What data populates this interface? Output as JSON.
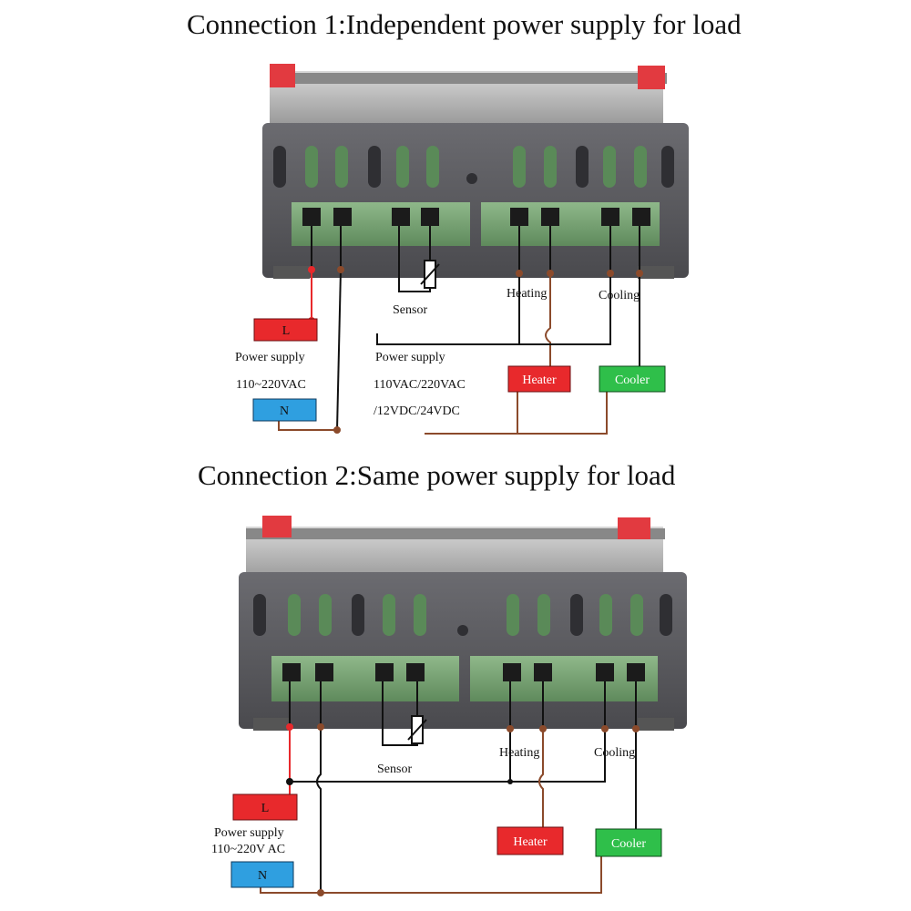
{
  "connection1": {
    "title": "Connection 1:Independent power supply for load",
    "terminal_labels": {
      "heating": "Heating",
      "cooling": "Cooling",
      "sensor": "Sensor"
    },
    "power": {
      "L": "L",
      "N": "N",
      "line1": "Power supply",
      "line2": "110~220VAC"
    },
    "load_power": {
      "line1": "Power supply",
      "line2": "110VAC/220VAC",
      "line3": "/12VDC/24VDC"
    },
    "heater": "Heater",
    "cooler": "Cooler"
  },
  "connection2": {
    "title": "Connection 2:Same power supply for load",
    "terminal_labels": {
      "heating": "Heating",
      "cooling": "Cooling",
      "sensor": "Sensor"
    },
    "power": {
      "L": "L",
      "N": "N",
      "line1": "Power supply",
      "line2": "110~220V AC"
    },
    "heater": "Heater",
    "cooler": "Cooler"
  },
  "colors": {
    "device_body": "#5a5a5e",
    "terminal_green": "#7fa97a",
    "red_box": "#e8292c",
    "blue_box": "#2f9fe0",
    "green_box": "#2fbf4a",
    "red_wire": "#e8292c",
    "brown_wire": "#8b4a2b",
    "black_wire": "#111111"
  }
}
